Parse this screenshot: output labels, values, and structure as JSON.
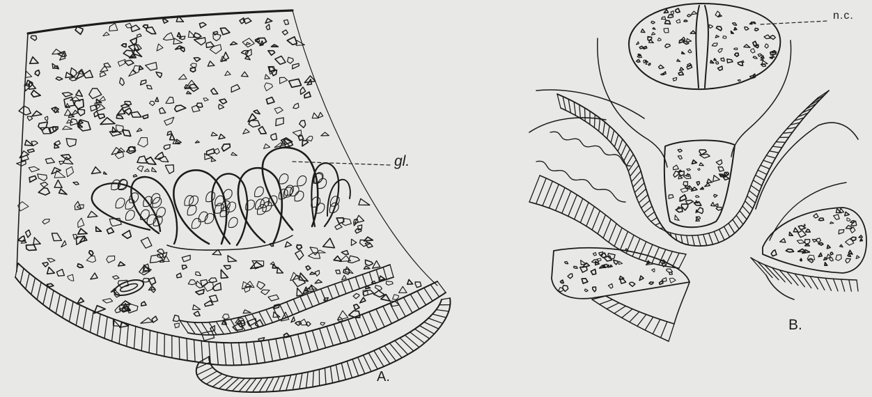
{
  "figure": {
    "panel_a": {
      "panel_label": "A.",
      "leader_label": "gl."
    },
    "panel_b": {
      "panel_label": "B.",
      "leader_label": "n.c."
    }
  },
  "colors": {
    "paper": "#e8e9e6",
    "ink": "#1c1c1c"
  }
}
